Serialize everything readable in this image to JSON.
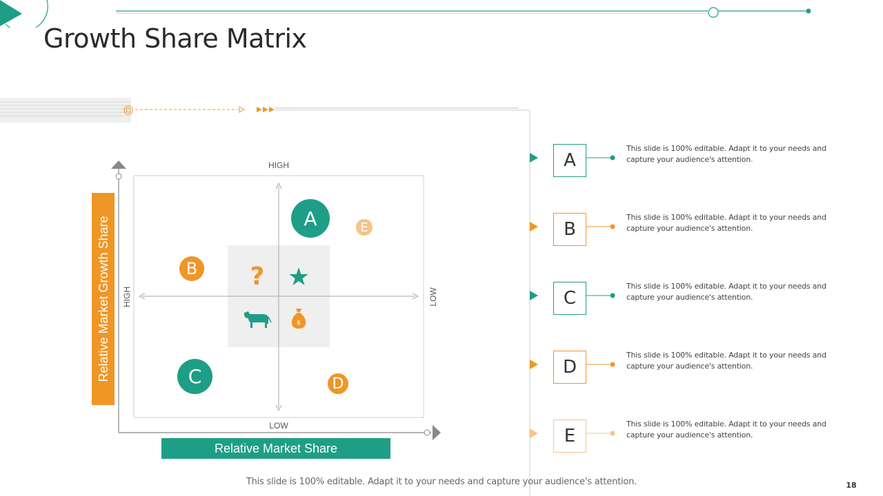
{
  "slide": {
    "title": "Growth Share Matrix",
    "footer": "This slide is 100% editable. Adapt it to your needs and capture your audience's attention.",
    "page_number": "18"
  },
  "matrix": {
    "top_label": "HIGH",
    "bottom_label": "LOW",
    "left_label": "HIGH",
    "right_label": "LOW",
    "y_axis_title": "Relative Market Growth Share",
    "x_axis_title": "Relative Market Share",
    "bubbles": [
      {
        "label": "A",
        "color": "#1e9e86"
      },
      {
        "label": "B",
        "color": "#ef9627"
      },
      {
        "label": "C",
        "color": "#1e9e86"
      },
      {
        "label": "D",
        "color": "#ef9627"
      },
      {
        "label": "E",
        "color": "#f5c48a"
      }
    ],
    "quadrant_icons": [
      "question-icon",
      "star-icon",
      "cow-icon",
      "money-bag-icon"
    ]
  },
  "legend": [
    {
      "letter": "A",
      "color": "#1e9e86",
      "text": "This slide is 100% editable. Adapt it to your needs and capture your audience's attention."
    },
    {
      "letter": "B",
      "color": "#ef9627",
      "text": "This slide is 100% editable. Adapt it to your needs and capture your audience's attention."
    },
    {
      "letter": "C",
      "color": "#1e9e86",
      "text": "This slide is 100% editable. Adapt it to your needs and capture your audience's attention."
    },
    {
      "letter": "D",
      "color": "#ef9627",
      "text": "This slide is 100% editable. Adapt it to your needs and capture your audience's attention."
    },
    {
      "letter": "E",
      "color": "#f5c48a",
      "text": "This slide is 100% editable. Adapt it to your needs and capture your audience's attention."
    }
  ],
  "colors": {
    "teal": "#1e9e86",
    "orange": "#ef9627",
    "light_orange": "#f5c48a"
  }
}
